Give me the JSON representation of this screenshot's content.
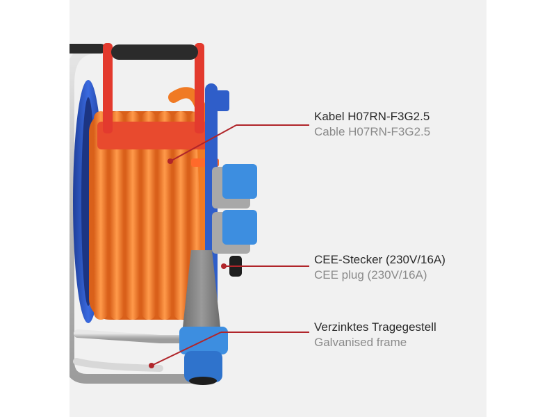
{
  "colors": {
    "background": "#f1f1f1",
    "cable": "#f07a24",
    "reel_flange": "#2f5ec9",
    "handle": "#e33a2e",
    "socket": "#3d8ee0",
    "frame": "#c8c8c8",
    "callout_line": "#b0252a"
  },
  "callouts": [
    {
      "primary": "Kabel H07RN-F3G2.5",
      "secondary": "Cable H07RN-F3G2.5"
    },
    {
      "primary": "CEE-Stecker (230V/16A)",
      "secondary": "CEE plug (230V/16A)"
    },
    {
      "primary": "Verzinktes Tragegestell",
      "secondary": "Galvanised frame"
    }
  ]
}
